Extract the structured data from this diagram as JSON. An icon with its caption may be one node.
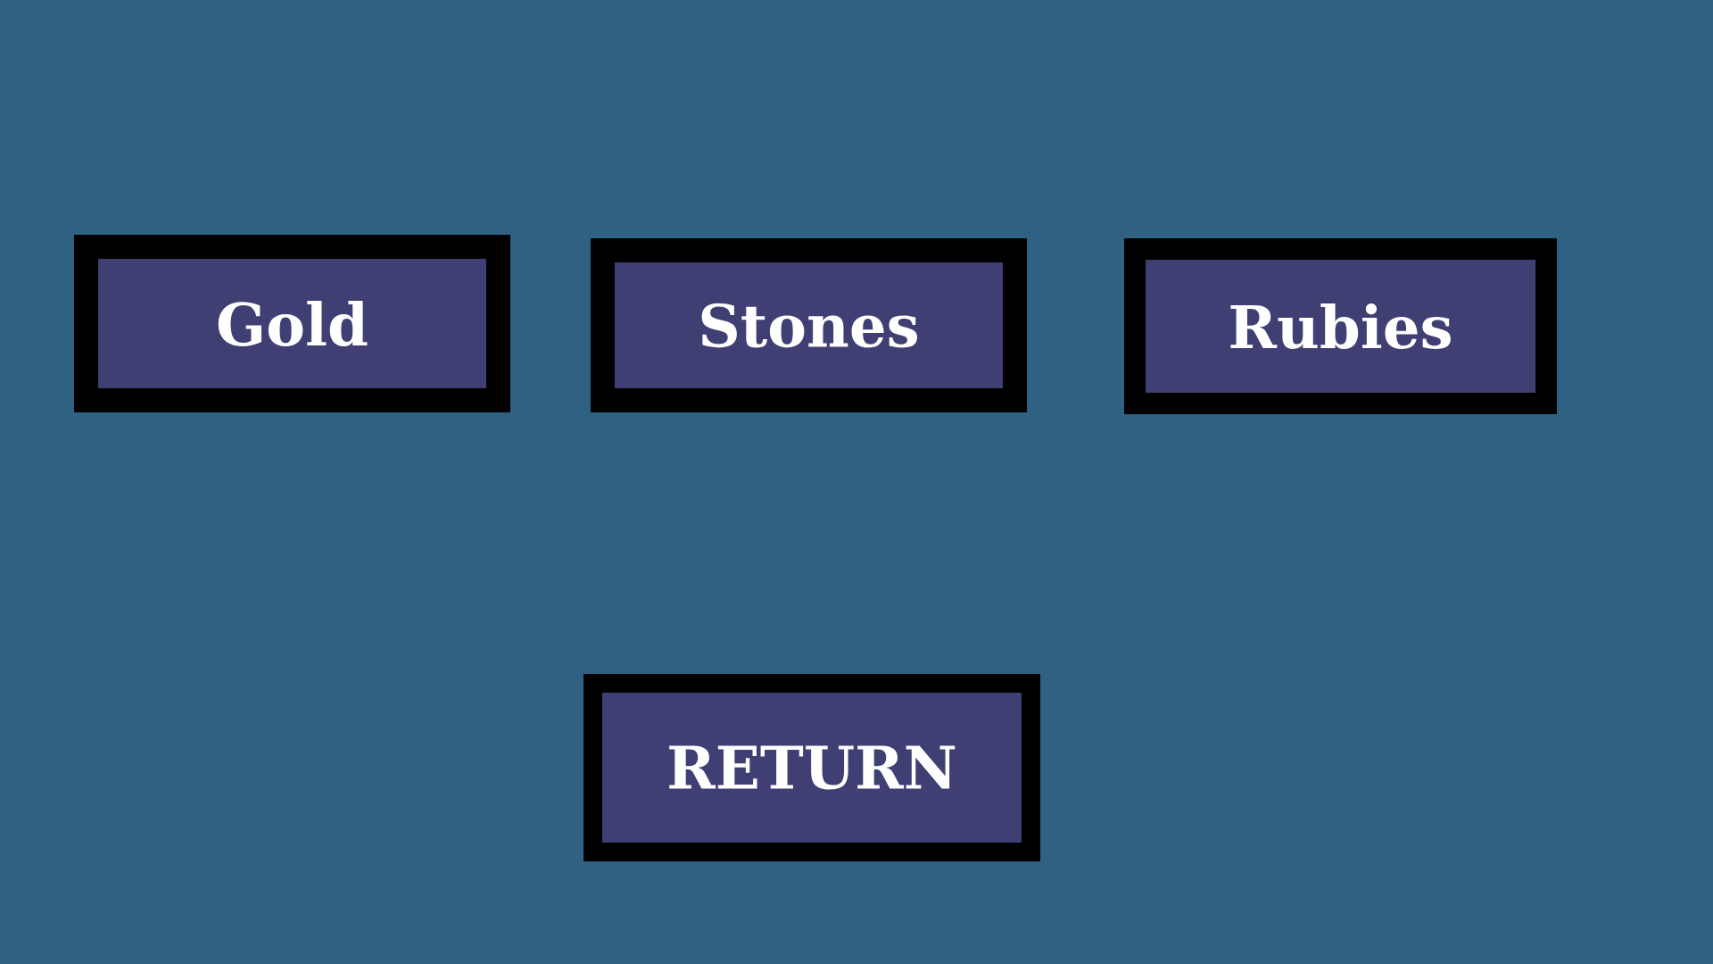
{
  "diagram": {
    "nodes": [
      {
        "text": [
          "Gold"
        ]
      },
      {
        "text": [
          "Stones"
        ]
      },
      {
        "text": [
          "Rubies"
        ]
      },
      {
        "text": [
          "RETURN"
        ]
      }
    ]
  }
}
